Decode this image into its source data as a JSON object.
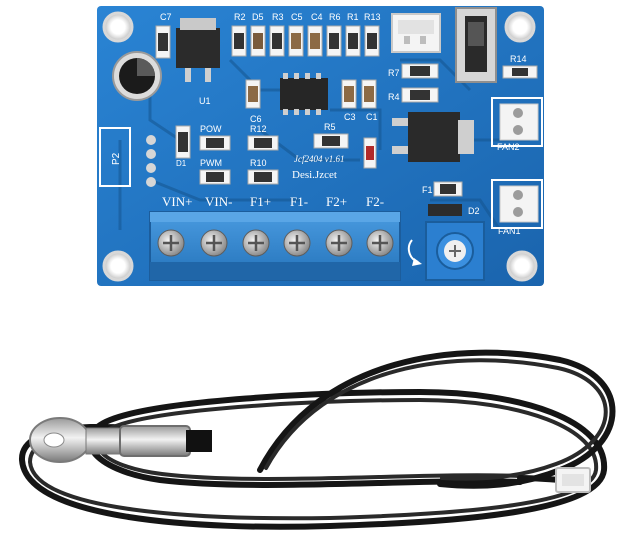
{
  "image": {
    "subject": "fan controller board with temperature sensor probe",
    "colors": {
      "pcb": "#1f73c2",
      "pcb_dark": "#18599a",
      "terminal": "#2f86cf",
      "pot": "#2b7fd0",
      "cable": "#151515",
      "background": "#ffffff"
    }
  },
  "board": {
    "terminal_labels": [
      "VIN+",
      "VIN-",
      "F1+",
      "F1-",
      "F2+",
      "F2-"
    ],
    "component_labels": {
      "c7": "C7",
      "r2": "R2",
      "d5": "D5",
      "r3": "R3",
      "c5": "C5",
      "c4": "C4",
      "r6": "R6",
      "r1": "R1",
      "r13": "R13",
      "r14": "R14",
      "r7": "R7",
      "r4": "R4",
      "c3": "C3",
      "c1": "C1",
      "c6": "C6",
      "r5": "R5",
      "r12": "R12",
      "r10": "R10",
      "u1": "U1",
      "pow": "POW",
      "pwm": "PWM",
      "p2": "P2",
      "fan2": "FAN2",
      "fan1": "FAN1",
      "f1": "F1",
      "d2": "D2",
      "d1": "D1"
    },
    "model_text": "Jcf2404 v1.61",
    "designer_text": "Desi.Jzcet"
  }
}
